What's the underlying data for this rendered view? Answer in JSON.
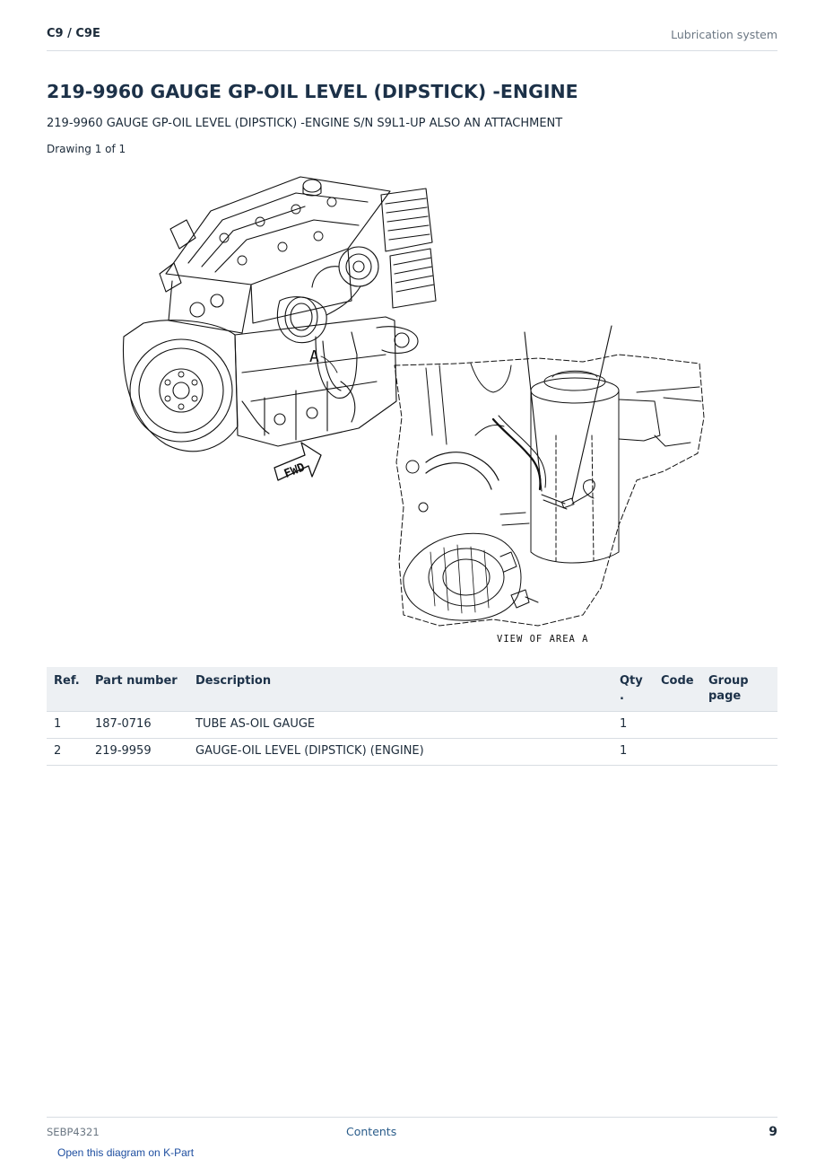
{
  "header": {
    "model": "C9  /  C9E",
    "section": "Lubrication system"
  },
  "title": "219-9960 GAUGE GP-OIL LEVEL (DIPSTICK) -ENGINE",
  "subtitle": "219-9960 GAUGE GP-OIL LEVEL (DIPSTICK) -ENGINE S/N S9L1-UP ALSO AN ATTACHMENT",
  "drawing_count": "Drawing 1 of 1",
  "illustration": {
    "area_marker": "A",
    "fwd_label": "FWD",
    "view_caption": "VIEW OF AREA A"
  },
  "parts_table": {
    "columns": {
      "ref": "Ref.",
      "part_number": "Part number",
      "description": "Description",
      "qty": "Qty\n.",
      "code": "Code",
      "group_page": "Group\npage"
    },
    "rows": [
      {
        "ref": "1",
        "part_number": "187-0716",
        "description": "TUBE AS-OIL GAUGE",
        "qty": "1",
        "code": "",
        "group_page": ""
      },
      {
        "ref": "2",
        "part_number": "219-9959",
        "description": "GAUGE-OIL LEVEL (DIPSTICK) (ENGINE)",
        "qty": "1",
        "code": "",
        "group_page": ""
      }
    ]
  },
  "footer": {
    "doc_id": "SEBP4321",
    "contents_link": "Contents",
    "page_number": "9"
  },
  "kpart_link": "Open this diagram on K-Part",
  "colors": {
    "heading": "#1c3148",
    "table_header_bg": "#edf0f3",
    "link": "#2a5c8a",
    "kpart_link": "#1f4fa0"
  }
}
